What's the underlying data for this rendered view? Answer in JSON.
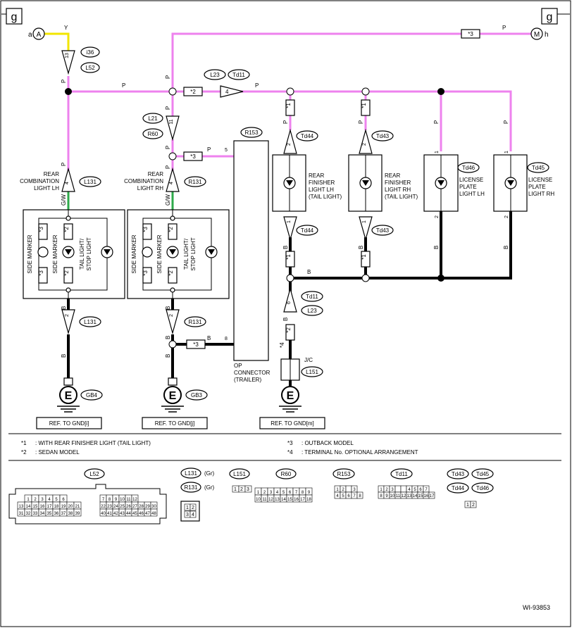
{
  "colors": {
    "wire_pink": "#ee82ee",
    "wire_black": "#000000",
    "wire_yellow": "#f2e600",
    "wire_green": "#2eaa4a"
  },
  "page_markers": [
    "g",
    "g"
  ],
  "terminals": {
    "a": {
      "letter": "a",
      "symbol": "A"
    },
    "h": {
      "letter": "h",
      "symbol": "M"
    }
  },
  "wire_colors": {
    "Y": "Y",
    "P": "P",
    "B": "B",
    "GW": "G/W"
  },
  "pin_numbers": [
    "13",
    "4",
    "11",
    "5",
    "2",
    "2",
    "1",
    "1",
    "1",
    "1",
    "2",
    "2",
    "4",
    "4",
    "2",
    "2",
    "6",
    "8"
  ],
  "stars": {
    "s1": "*1",
    "s2": "*2",
    "s3": "*3",
    "s4": "*4"
  },
  "connector_codes": [
    "i36",
    "L52",
    "L23",
    "Td11",
    "L21",
    "R60",
    "R153",
    "Td44",
    "Td43",
    "Td46",
    "Td45",
    "L131",
    "R131",
    "GB4",
    "GB3",
    "L151",
    "J/C"
  ],
  "components": {
    "rear_combination_lh": [
      "REAR",
      "COMBINATION",
      "LIGHT LH"
    ],
    "rear_combination_rh": [
      "REAR",
      "COMBINATION",
      "LIGHT RH"
    ],
    "rear_finisher_lh": [
      "REAR",
      "FINISHER",
      "LIGHT LH",
      "(TAIL LIGHT)"
    ],
    "rear_finisher_rh": [
      "REAR",
      "FINISHER",
      "LIGHT RH",
      "(TAIL LIGHT)"
    ],
    "license_lh": [
      "LICENSE",
      "PLATE",
      "LIGHT LH"
    ],
    "license_rh": [
      "LICENSE",
      "PLATE",
      "LIGHT RH"
    ],
    "op_connector": [
      "OP",
      "CONNECTOR",
      "(TRAILER)"
    ],
    "side_marker": "SIDE MARKER",
    "tail_stop": [
      "TAIL LIGHT/",
      "STOP LIGHT"
    ]
  },
  "ground_symbol": "E",
  "ground_refs": [
    "REF. TO GND[i]",
    "REF. TO GND[j]",
    "REF. TO GND[m]"
  ],
  "notes": [
    {
      "mark": "*1",
      "text": ": WITH REAR FINISHER LIGHT (TAIL LIGHT)"
    },
    {
      "mark": "*2",
      "text": ": SEDAN MODEL"
    },
    {
      "mark": "*3",
      "text": ": OUTBACK MODEL"
    },
    {
      "mark": "*4",
      "text": ": TERMINAL No. OPTIONAL ARRANGEMENT"
    }
  ],
  "connector_views": {
    "L52": {
      "code": "L52",
      "left": [
        [
          "1",
          "2",
          "3",
          "4",
          "5",
          "6"
        ],
        [
          "13",
          "14",
          "15",
          "16",
          "17",
          "18",
          "19",
          "20",
          "21"
        ],
        [
          "31",
          "32",
          "33",
          "34",
          "35",
          "36",
          "37",
          "38",
          "39"
        ]
      ],
      "right": [
        [
          "7",
          "8",
          "9",
          "10",
          "11",
          "12"
        ],
        [
          "22",
          "23",
          "24",
          "25",
          "26",
          "27",
          "28",
          "29",
          "30"
        ],
        [
          "40",
          "41",
          "42",
          "43",
          "44",
          "45",
          "46",
          "47",
          "48"
        ]
      ]
    },
    "L131": {
      "code": "L131",
      "color": "(Gr)"
    },
    "R131": {
      "code": "R131",
      "color": "(Gr)"
    },
    "L131_pins": [
      [
        "1",
        "2"
      ],
      [
        "3",
        "4"
      ]
    ],
    "L151": {
      "code": "L151",
      "pins": [
        "1",
        "2",
        "3"
      ]
    },
    "R60": {
      "code": "R60",
      "row1": [
        "1",
        "2",
        "3",
        "4",
        "5",
        "6",
        "7",
        "8",
        "9"
      ],
      "row2": [
        "10",
        "11",
        "12",
        "13",
        "14",
        "15",
        "16",
        "17",
        "18"
      ]
    },
    "R153": {
      "code": "R153",
      "row1": [
        "1",
        "2",
        "",
        "3"
      ],
      "row2": [
        "4",
        "5",
        "6",
        "7",
        "8"
      ]
    },
    "Td11": {
      "code": "Td11",
      "row1": [
        "1",
        "2",
        "3",
        "",
        "",
        "4",
        "5",
        "6",
        "7"
      ],
      "row2": [
        "8",
        "9",
        "10",
        "11",
        "12",
        "13",
        "14",
        "15",
        "16",
        "17"
      ]
    },
    "Td_small": {
      "codes": [
        "Td43",
        "Td45",
        "Td44",
        "Td46"
      ],
      "pins": [
        "1",
        "2"
      ]
    }
  },
  "diagram_id": "WI-93853"
}
